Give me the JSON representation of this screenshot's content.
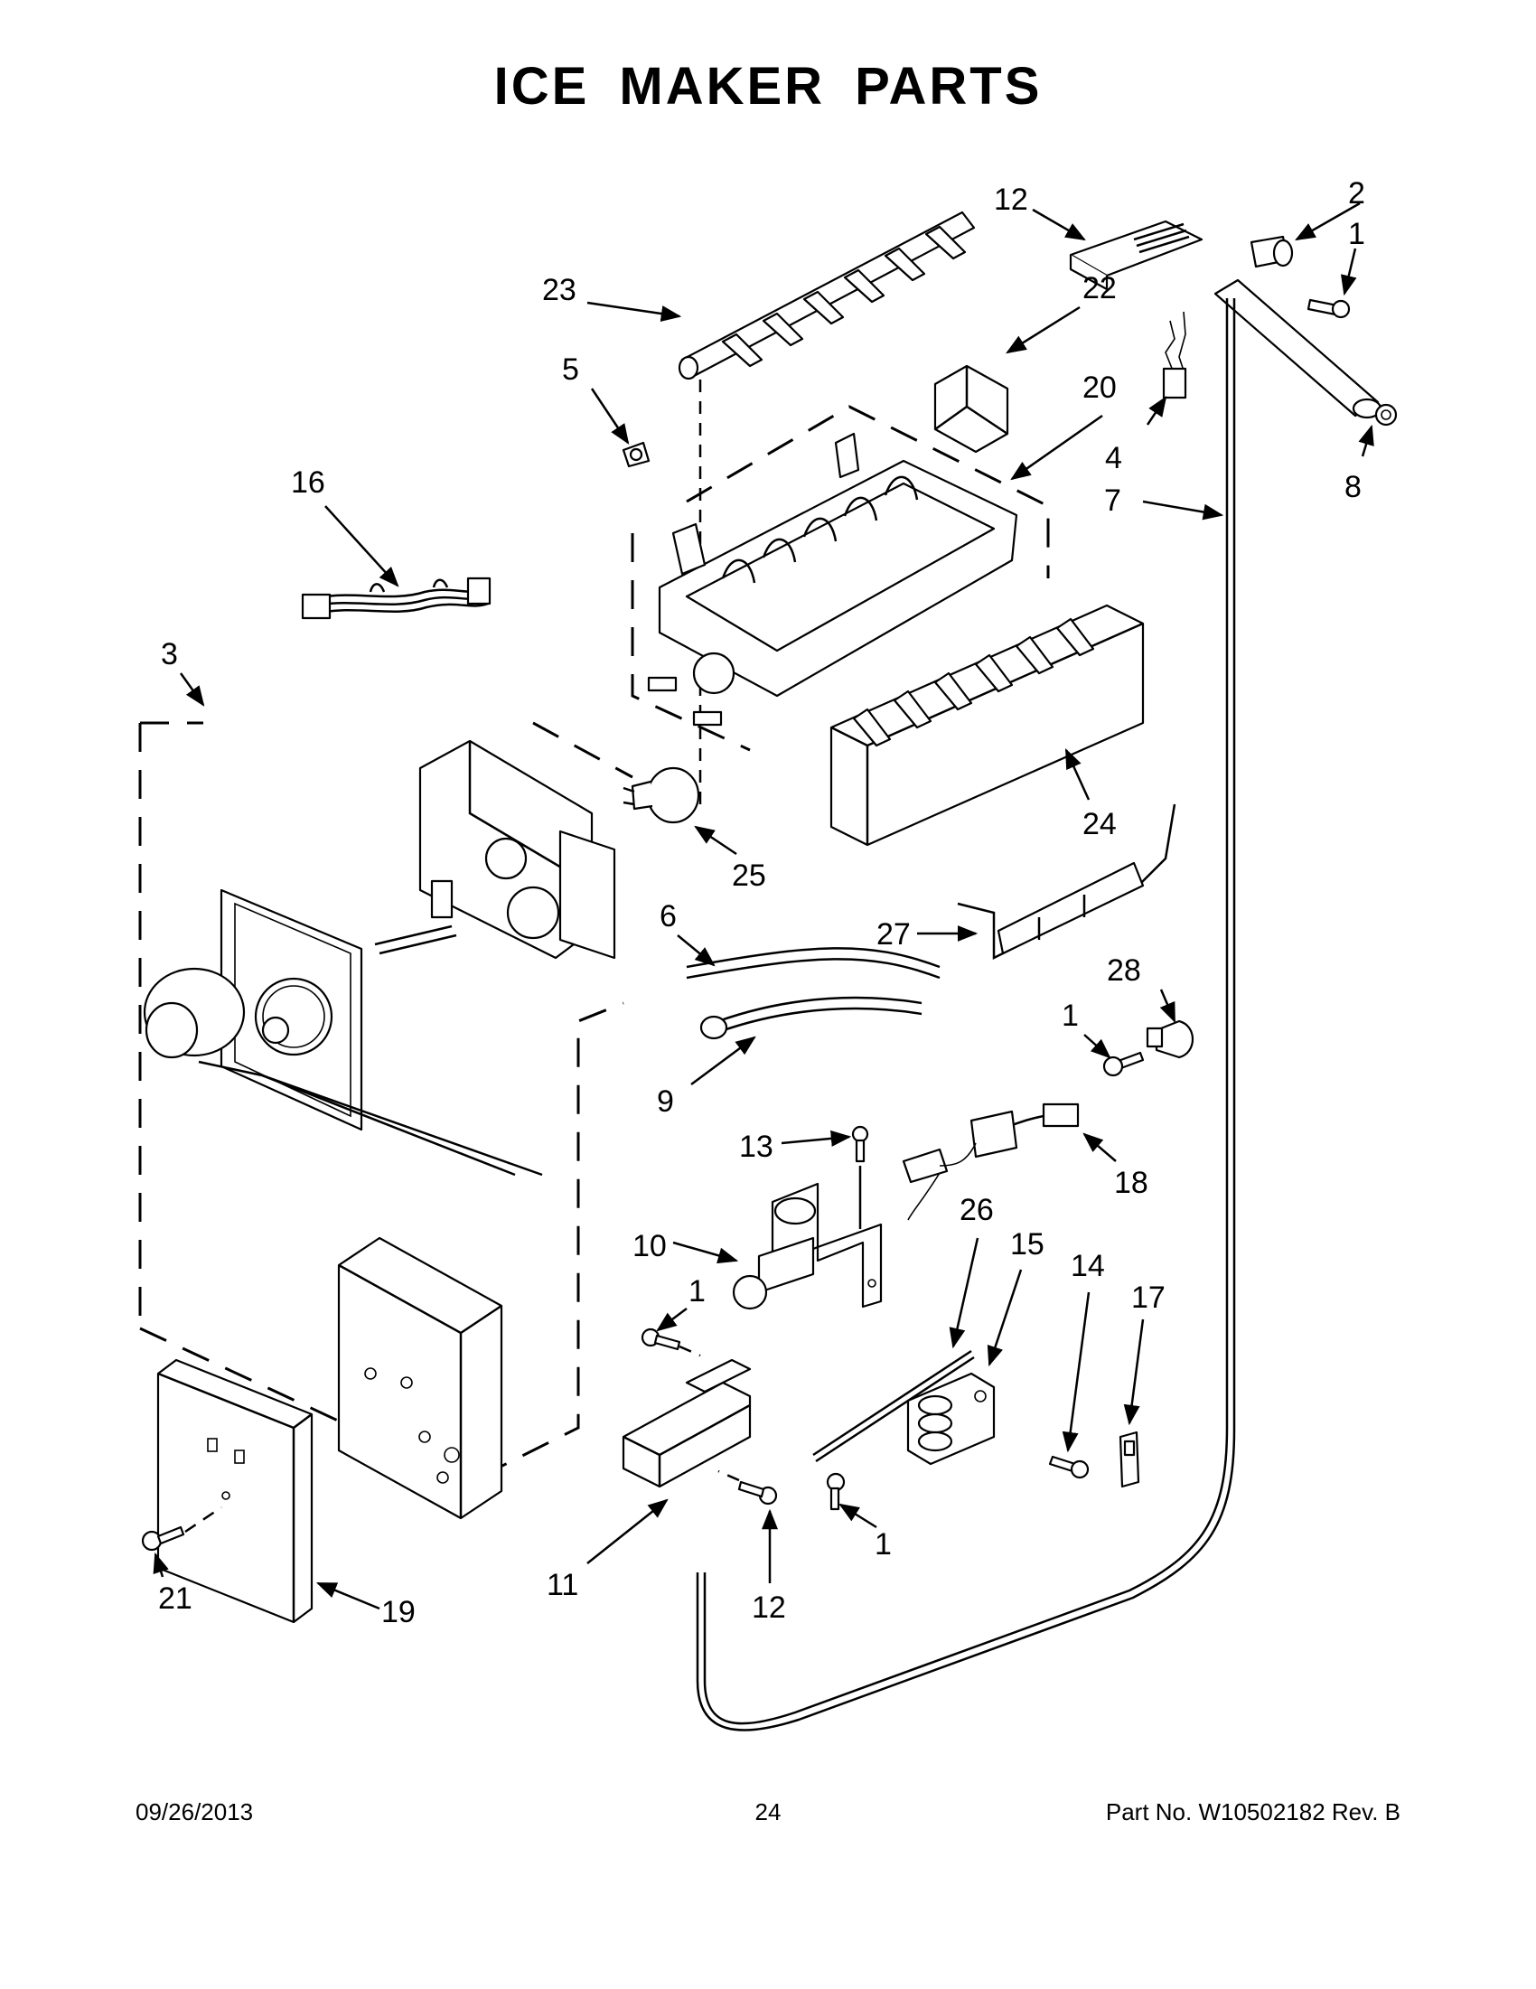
{
  "title": "ICE MAKER PARTS",
  "callouts": [
    {
      "id": "c1a",
      "text": "1"
    },
    {
      "id": "c1b",
      "text": "1"
    },
    {
      "id": "c1c",
      "text": "1"
    },
    {
      "id": "c1d",
      "text": "1"
    },
    {
      "id": "c2",
      "text": "2"
    },
    {
      "id": "c3",
      "text": "3"
    },
    {
      "id": "c4",
      "text": "4"
    },
    {
      "id": "c5",
      "text": "5"
    },
    {
      "id": "c6",
      "text": "6"
    },
    {
      "id": "c7",
      "text": "7"
    },
    {
      "id": "c8",
      "text": "8"
    },
    {
      "id": "c9",
      "text": "9"
    },
    {
      "id": "c10",
      "text": "10"
    },
    {
      "id": "c11",
      "text": "11"
    },
    {
      "id": "c12a",
      "text": "12"
    },
    {
      "id": "c12b",
      "text": "12"
    },
    {
      "id": "c13",
      "text": "13"
    },
    {
      "id": "c14",
      "text": "14"
    },
    {
      "id": "c15",
      "text": "15"
    },
    {
      "id": "c16",
      "text": "16"
    },
    {
      "id": "c17",
      "text": "17"
    },
    {
      "id": "c18",
      "text": "18"
    },
    {
      "id": "c19",
      "text": "19"
    },
    {
      "id": "c20",
      "text": "20"
    },
    {
      "id": "c21",
      "text": "21"
    },
    {
      "id": "c22",
      "text": "22"
    },
    {
      "id": "c23",
      "text": "23"
    },
    {
      "id": "c24",
      "text": "24"
    },
    {
      "id": "c25",
      "text": "25"
    },
    {
      "id": "c26",
      "text": "26"
    },
    {
      "id": "c27",
      "text": "27"
    },
    {
      "id": "c28",
      "text": "28"
    }
  ],
  "footer": {
    "date": "09/26/2013",
    "page": "24",
    "part_no": "Part No.  W10502182  Rev.  B"
  }
}
